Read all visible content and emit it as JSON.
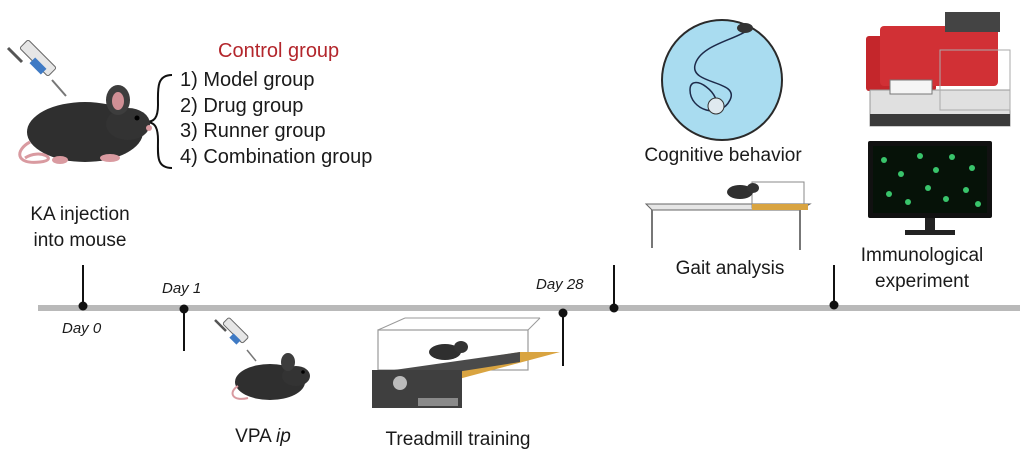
{
  "injection": {
    "line1": "KA  injection",
    "line2": "into mouse"
  },
  "groups": {
    "control": "Control group",
    "items": [
      "1)  Model group",
      "2)  Drug group",
      "3)  Runner group",
      "4)  Combination group"
    ]
  },
  "timeline": {
    "day0": "Day 0",
    "day1": "Day 1",
    "day28": "Day 28"
  },
  "vpa": {
    "text": "VPA ",
    "route": "ip"
  },
  "treadmill": "Treadmill training",
  "cognitive": "Cognitive behavior",
  "gait": "Gait analysis",
  "immuno": {
    "line1": "Immunological",
    "line2": "experiment"
  },
  "colors": {
    "timeline": "#b9b9b9",
    "control_text": "#b3262c",
    "mouse": "#2f2f2f",
    "pool": "#a9dcf0",
    "device": "#c4262b",
    "screen_cells": "#39c46b"
  }
}
